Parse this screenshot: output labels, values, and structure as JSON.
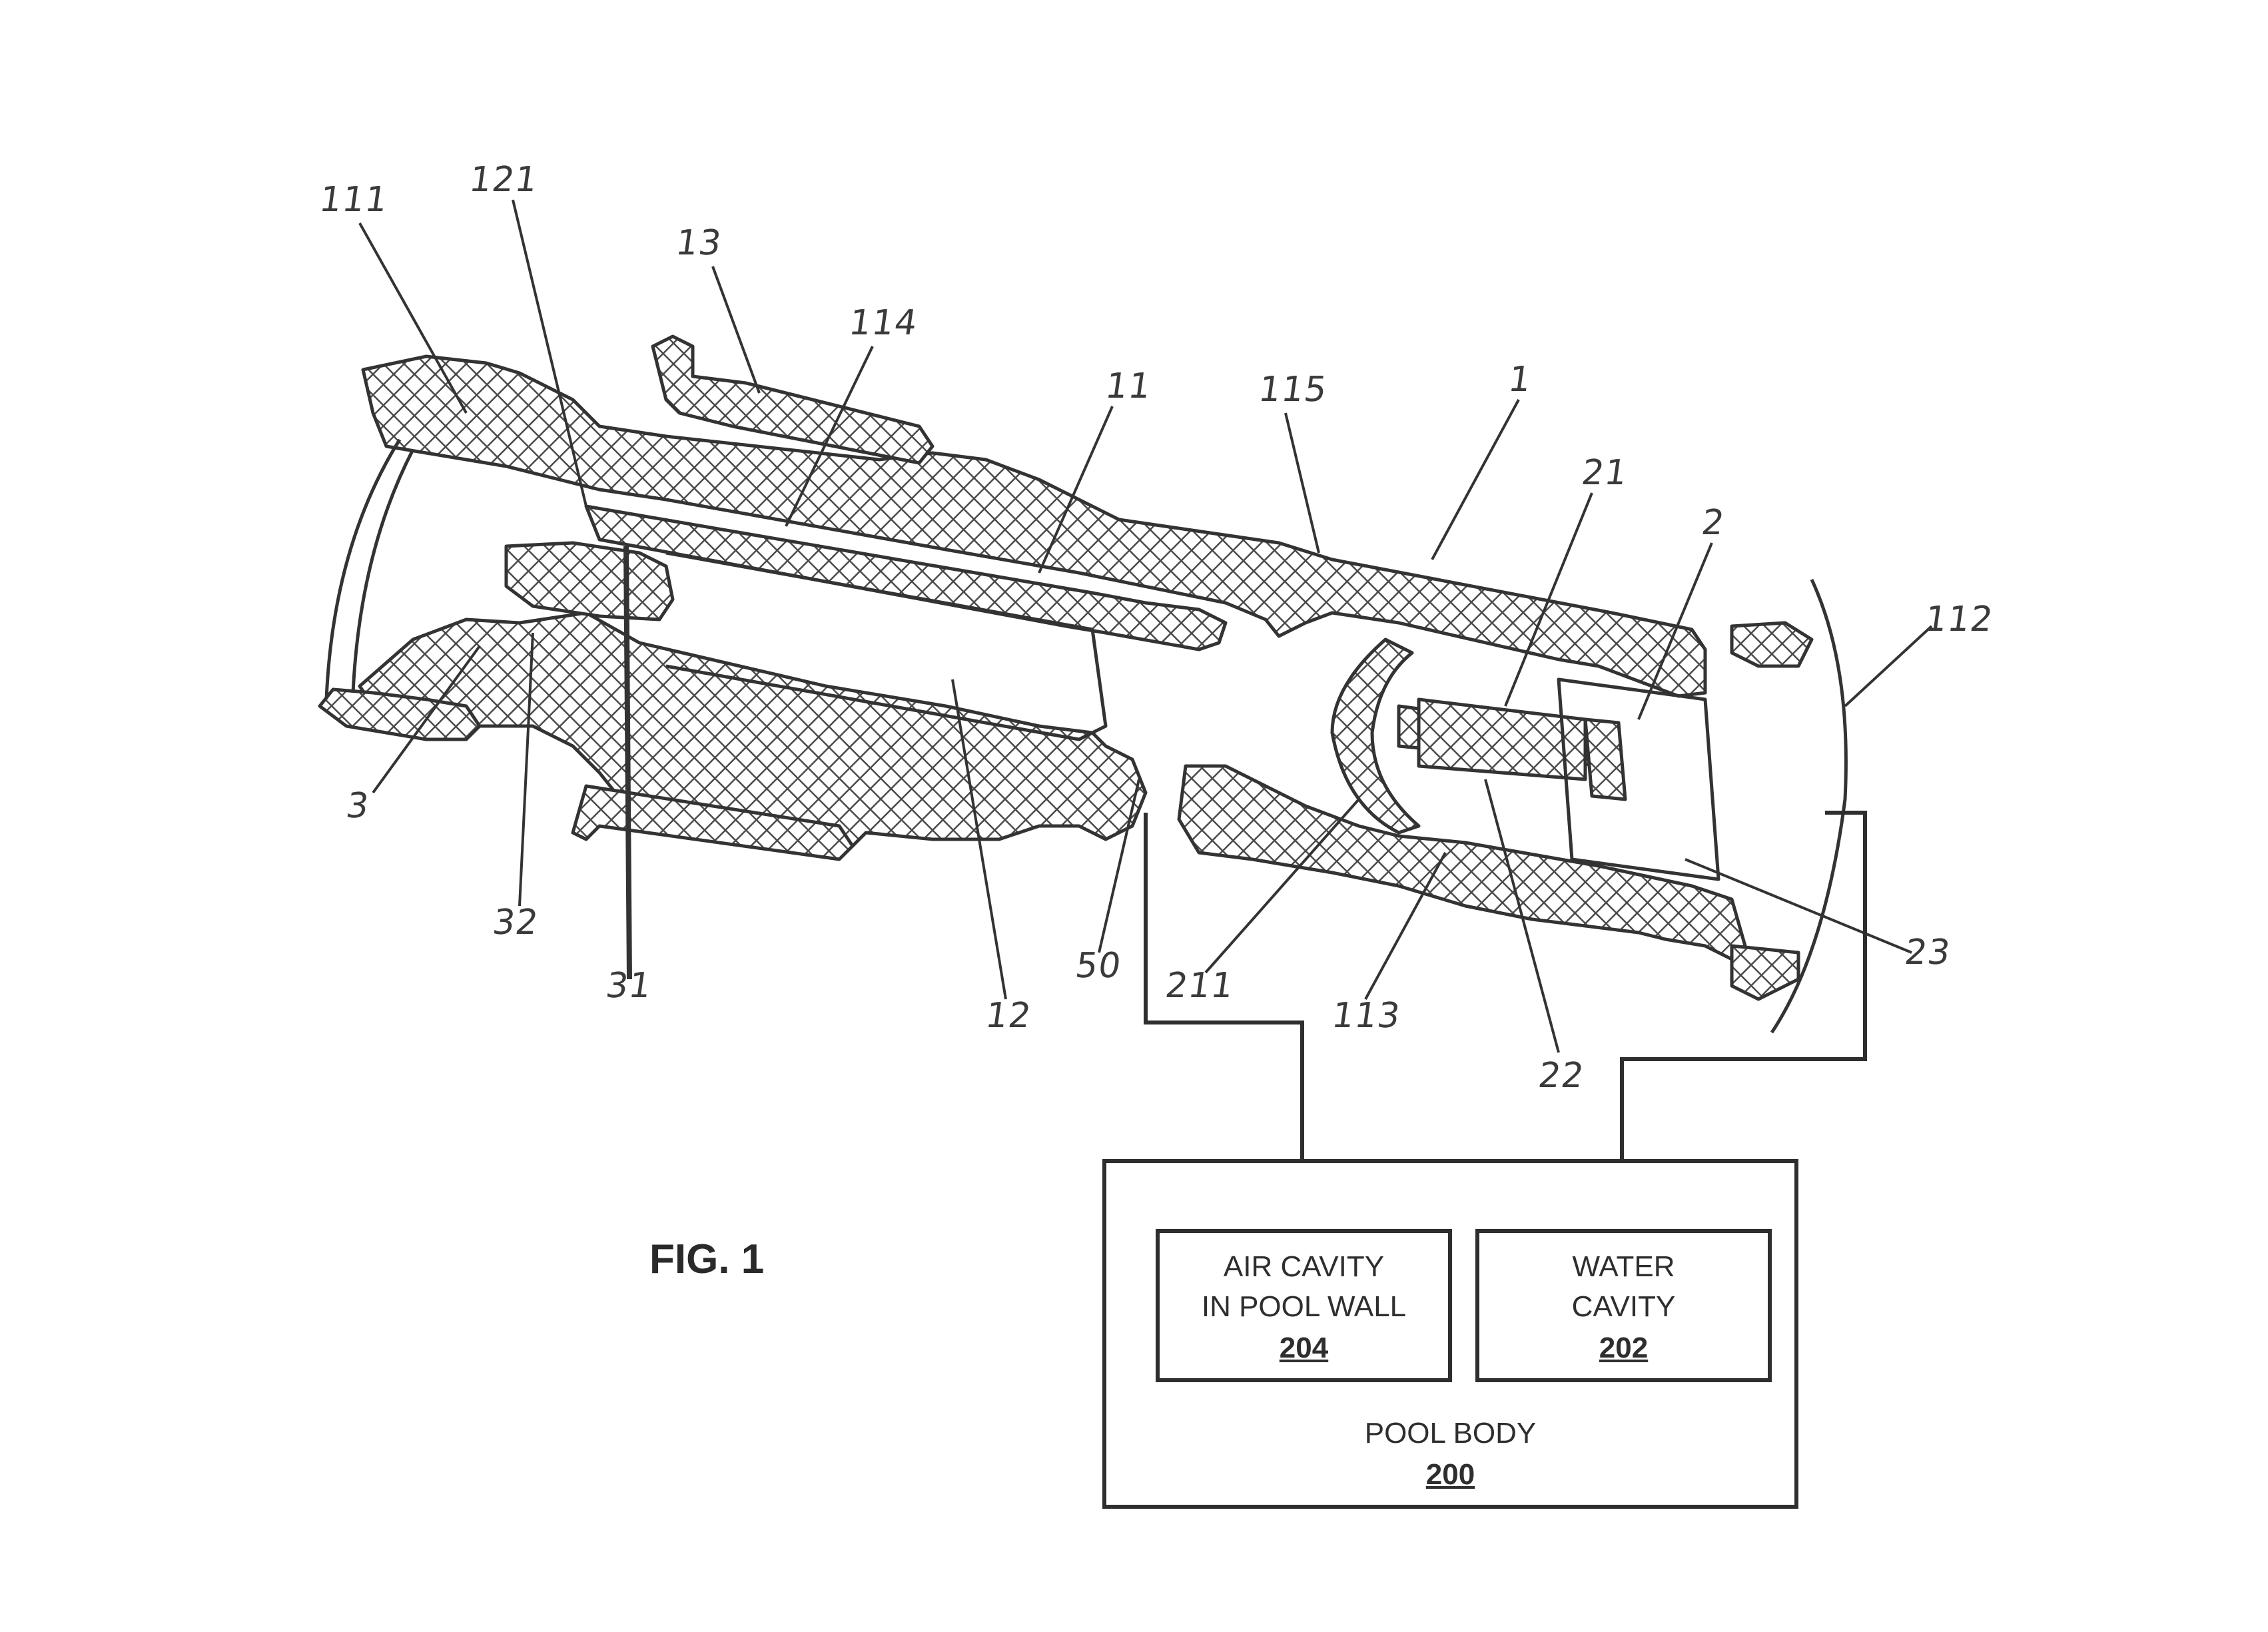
{
  "figure_label": "FIG. 1",
  "reference_numerals": {
    "r111": "111",
    "r121": "121",
    "r13": "13",
    "r114": "114",
    "r11": "11",
    "r115": "115",
    "r1": "1",
    "r21": "21",
    "r2": "2",
    "r112": "112",
    "r3": "3",
    "r32": "32",
    "r31": "31",
    "r12": "12",
    "r50": "50",
    "r211": "211",
    "r113": "113",
    "r22": "22",
    "r23": "23"
  },
  "pool_body": {
    "title": "POOL BODY",
    "number": "200"
  },
  "air_cavity": {
    "line1": "AIR CAVITY",
    "line2": "IN POOL WALL",
    "number": "204"
  },
  "water_cavity": {
    "line1": "WATER",
    "line2": "CAVITY",
    "number": "202"
  }
}
